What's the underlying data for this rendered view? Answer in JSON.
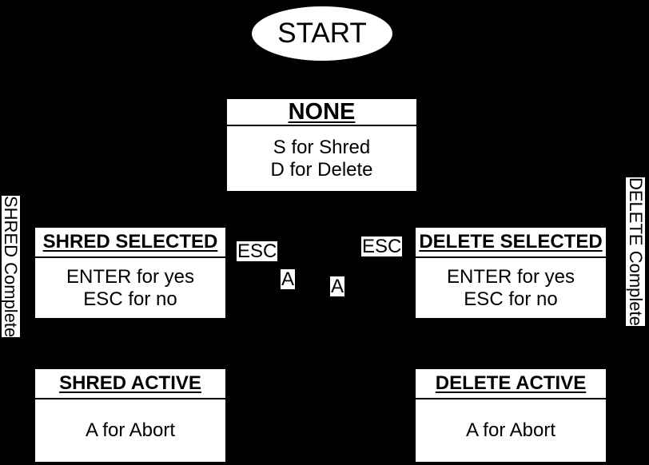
{
  "colors": {
    "background": "#000000",
    "node_fill": "#ffffff",
    "text": "#000000"
  },
  "start_node": {
    "label": "START"
  },
  "states": [
    {
      "name": "NONE",
      "lines": [
        "S for Shred",
        "D for Delete"
      ]
    },
    {
      "name": "SHRED SELECTED",
      "lines": [
        "ENTER for yes",
        "ESC for no"
      ]
    },
    {
      "name": "DELETE SELECTED",
      "lines": [
        "ENTER for yes",
        "ESC for no"
      ]
    },
    {
      "name": "SHRED ACTIVE",
      "lines": [
        "A for Abort"
      ]
    },
    {
      "name": "DELETE ACTIVE",
      "lines": [
        "A for Abort"
      ]
    }
  ],
  "transition_labels": {
    "esc_left": "ESC",
    "esc_right": "ESC",
    "a_left": "A",
    "a_right": "A",
    "shred_complete": "SHRED Complete",
    "delete_complete": "DELETE Complete"
  }
}
